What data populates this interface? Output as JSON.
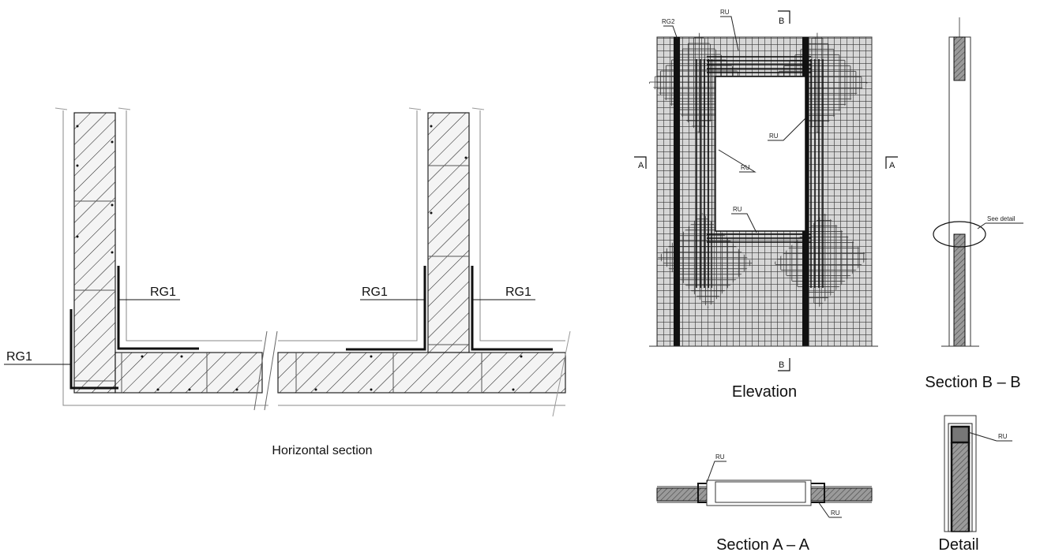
{
  "captions": {
    "horizontal": "Horizontal section",
    "elevation": "Elevation",
    "section_bb": "Section B – B",
    "section_aa": "Section A – A",
    "detail": "Detail"
  },
  "labels": {
    "rg1": "RG1",
    "rg2": "RG2",
    "ru": "RU",
    "cut_a": "A",
    "cut_b": "B",
    "see_detail": "See  detail"
  }
}
